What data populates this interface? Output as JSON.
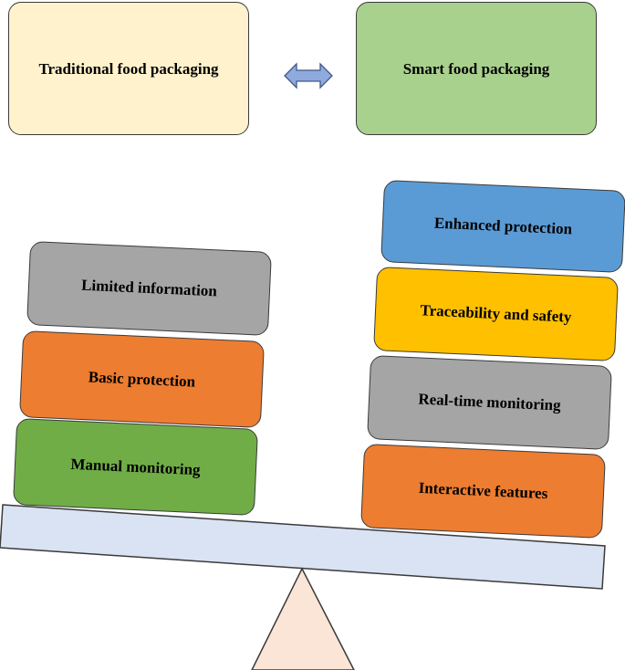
{
  "header": {
    "traditional": {
      "label": "Traditional food packaging",
      "color": "#FFF2CC"
    },
    "smart": {
      "label": "Smart food packaging",
      "color": "#A9D18E"
    },
    "arrow_color": "#8FAADC"
  },
  "left_stack": [
    {
      "label": "Limited information",
      "color": "#A5A5A5"
    },
    {
      "label": "Basic protection",
      "color": "#ED7D31"
    },
    {
      "label": "Manual monitoring",
      "color": "#70AD47"
    }
  ],
  "right_stack": [
    {
      "label": "Enhanced protection",
      "color": "#5B9BD5"
    },
    {
      "label": "Traceability and safety",
      "color": "#FFC000"
    },
    {
      "label": "Real-time monitoring",
      "color": "#A5A5A5"
    },
    {
      "label": "Interactive features",
      "color": "#ED7D31"
    }
  ],
  "scale": {
    "beam_color": "#DAE3F3",
    "fulcrum_color": "#FBE5D6"
  }
}
